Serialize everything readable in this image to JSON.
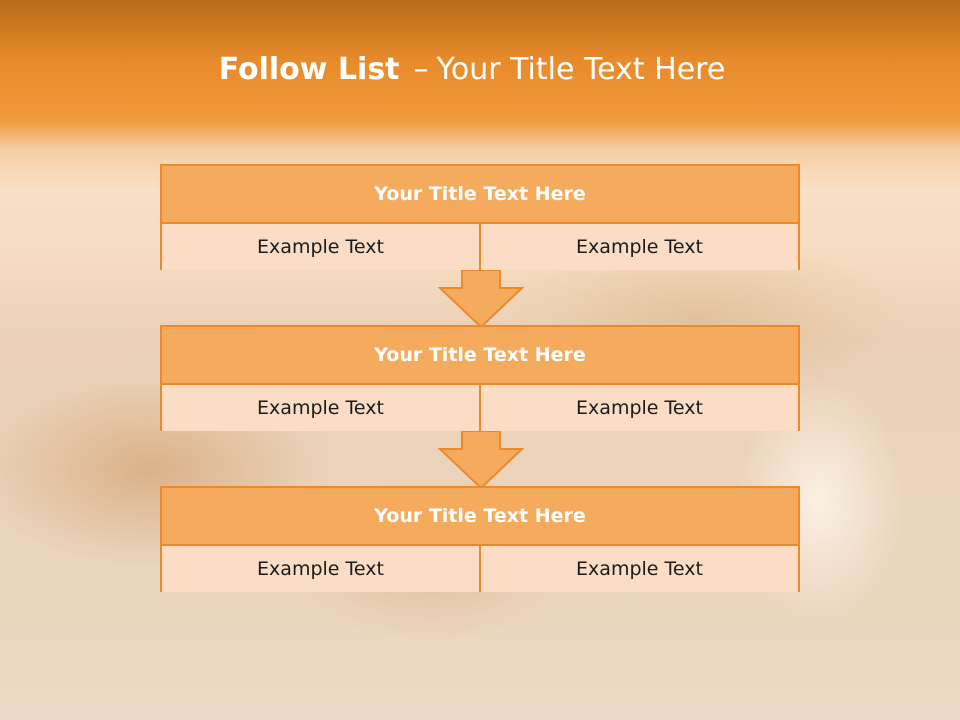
{
  "colors": {
    "accent": "#ec8a2b",
    "header_fill": "#f4ab5e",
    "cell_fill": "#fbdcc4",
    "banner_top": "#b86b1a"
  },
  "slide": {
    "title_bold": "Follow List",
    "title_sep": "–",
    "title_rest": "Your Title Text Here"
  },
  "blocks": [
    {
      "title": "Your Title Text Here",
      "left": "Example Text",
      "right": "Example Text"
    },
    {
      "title": "Your Title Text Here",
      "left": "Example Text",
      "right": "Example Text"
    },
    {
      "title": "Your Title Text Here",
      "left": "Example Text",
      "right": "Example Text"
    }
  ],
  "icons": [
    "down-arrow-icon",
    "down-arrow-icon"
  ]
}
